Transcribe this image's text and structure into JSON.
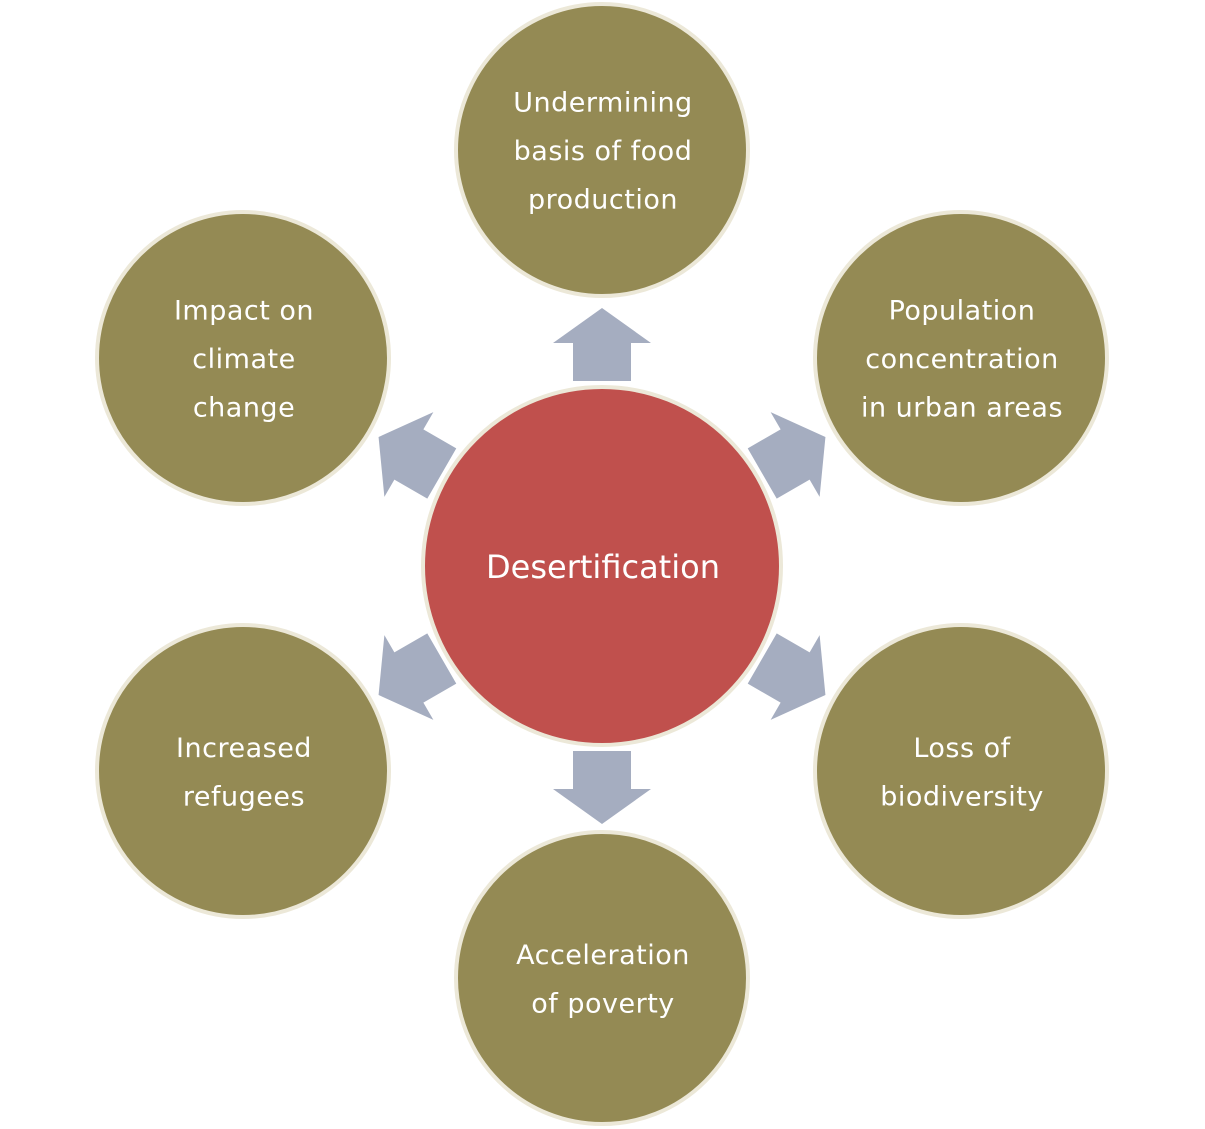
{
  "center": {
    "label": "Desertification",
    "color": "#c0504d"
  },
  "outer_color": "#948a54",
  "outer_border_color": "#ece8d8",
  "arrow_color": "#a5adc0",
  "nodes": [
    {
      "id": "food",
      "lines": [
        "Undermining",
        "basis of food",
        "production"
      ]
    },
    {
      "id": "urban",
      "lines": [
        "Population",
        "concentration",
        "in urban areas"
      ]
    },
    {
      "id": "biodiversity",
      "lines": [
        "Loss of",
        "biodiversity"
      ]
    },
    {
      "id": "poverty",
      "lines": [
        "Acceleration",
        "of poverty"
      ]
    },
    {
      "id": "refugees",
      "lines": [
        "Increased",
        "refugees"
      ]
    },
    {
      "id": "climate",
      "lines": [
        "Impact on",
        "climate",
        "change"
      ]
    }
  ]
}
